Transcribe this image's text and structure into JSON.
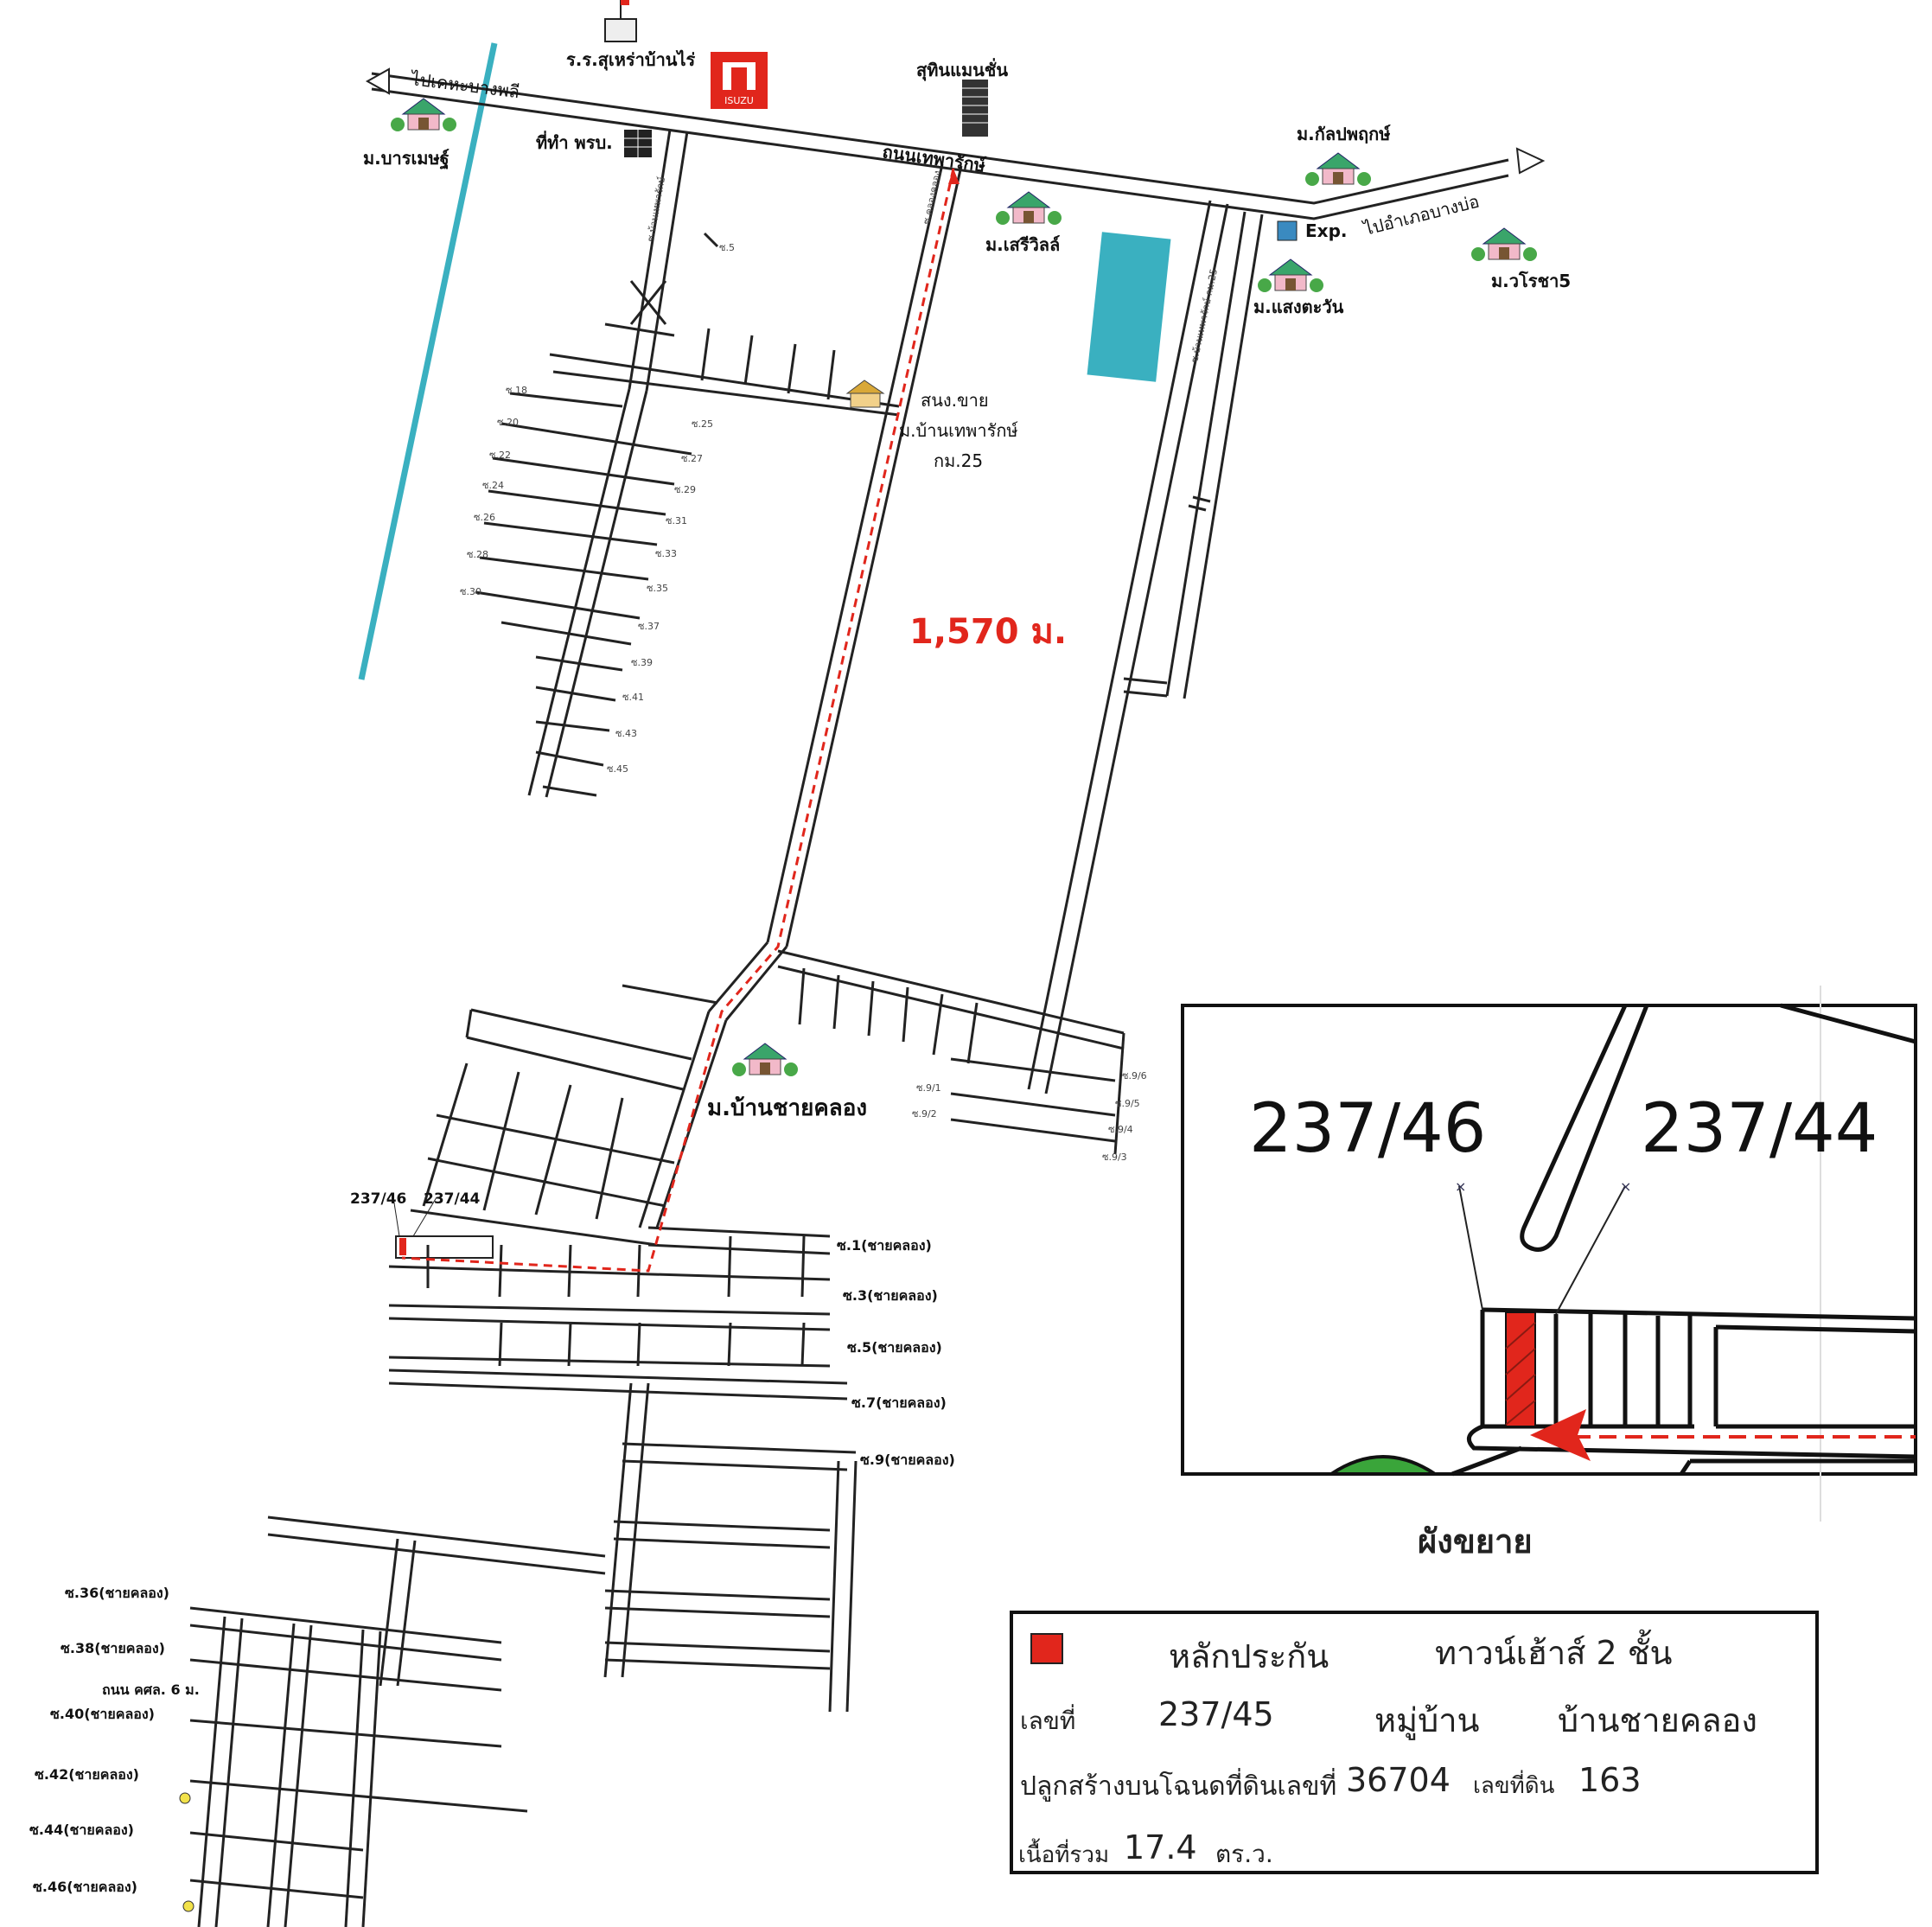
{
  "map": {
    "labels": {
      "to_bang_phli": "ไปเคหะบางพลี",
      "school": "ร.ร.สุเหร่าบ้านไร่",
      "isuzu": "ISUZU",
      "suthin_mansion": "สุทินแมนชั่น",
      "baramet": "ม.บารเมษฐ์",
      "district_office": "ที่ทำ พรบ.",
      "thepharak_road": "ถนนเทพารักษ์",
      "kalapaphruek": "ม.กัลปพฤกษ์",
      "to_bang_bo": "ไปอำเภอบางบ่อ",
      "expressway": "Exp.",
      "serville": "ม.เสรีวิลล์",
      "saengtawan": "ม.แสงตะวัน",
      "worocha": "ม.วโรชา5",
      "soi_ban_thepharak": "ซ.บ้านเทพารักษ์",
      "soi_kong_klong": "ซ.คลองคลอง",
      "soi_km25": "ซ.บ้านเทพารักษ์ กม.25",
      "sales_office_1": "สนง.ขาย",
      "sales_office_2": "ม.บ้านเทพารักษ์",
      "sales_office_3": "กม.25",
      "distance": "1,570 ม.",
      "ban_chai_khlong": "ม.บ้านชายคลอง",
      "plot_left": "237/46",
      "plot_right": "237/44",
      "kasl_road": "ถนน คศล. 6 ม."
    },
    "soi_small_left": [
      "ซ.18",
      "ซ.20",
      "ซ.22",
      "ซ.24",
      "ซ.26",
      "ซ.28",
      "ซ.30"
    ],
    "soi_small_right": [
      "ซ.5",
      "ซ.25",
      "ซ.27",
      "ซ.29",
      "ซ.31",
      "ซ.33",
      "ซ.35",
      "ซ.37",
      "ซ.39",
      "ซ.41",
      "ซ.43",
      "ซ.45"
    ],
    "soi_east": [
      "ซ.9/6",
      "ซ.9/5",
      "ซ.9/4",
      "ซ.9/3",
      "ซ.9/1",
      "ซ.9/2"
    ],
    "soi_chai_khlong_right": [
      "ซ.1(ชายคลอง)",
      "ซ.3(ชายคลอง)",
      "ซ.5(ชายคลอง)",
      "ซ.7(ชายคลอง)",
      "ซ.9(ชายคลอง)"
    ],
    "soi_chai_khlong_left": [
      "ซ.36(ชายคลอง)",
      "ซ.38(ชายคลอง)",
      "ซ.40(ชายคลอง)",
      "ซ.42(ชายคลอง)",
      "ซ.44(ชายคลอง)",
      "ซ.46(ชายคลอง)"
    ]
  },
  "inset": {
    "plot_left": "237/46",
    "plot_right": "237/44",
    "title": "ผังขยาย"
  },
  "legend": {
    "collateral_label": "หลักประกัน",
    "house_type": "ทาวน์เฮ้าส์ 2 ชั้น",
    "number_label": "เลขที่",
    "number": "237/45",
    "village_label": "หมู่บ้าน",
    "village": "บ้านชายคลอง",
    "deed_label": "ปลูกสร้างบนโฉนดที่ดินเลขที่",
    "deed": "36704",
    "land_no_label": "เลขที่ดิน",
    "land_no": "163",
    "area_label": "เนื้อที่รวม",
    "area": "17.4",
    "area_unit": "ตร.ว."
  },
  "colors": {
    "road": "#222222",
    "canal": "#3ab0c0",
    "route": "#e1261c",
    "collateral": "#e1261c",
    "park": "#3aa53a"
  }
}
